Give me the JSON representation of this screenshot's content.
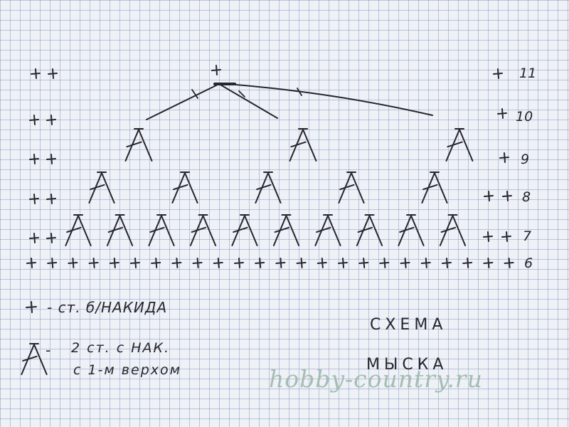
{
  "diagram": {
    "title_line1": "СХЕМА",
    "title_line2": "МЫСКА",
    "rows": [
      {
        "number": "6",
        "left_symbols": "+++",
        "right_symbols": "++"
      },
      {
        "number": "7",
        "left_symbols": "++",
        "right_symbols": "++"
      },
      {
        "number": "8",
        "left_symbols": "++",
        "right_symbols": "++"
      },
      {
        "number": "9",
        "left_symbols": "++",
        "right_symbols": "+"
      },
      {
        "number": "10",
        "left_symbols": "++",
        "right_symbols": "+"
      },
      {
        "number": "11",
        "left_symbols": "++",
        "right_symbols": "+"
      }
    ],
    "row6_stitch_count": 24,
    "row7_cluster_count": 10,
    "row8_cluster_count": 5,
    "row9_cluster_count": 3,
    "top_symbol": "+"
  },
  "legend": {
    "plus_symbol": "+",
    "plus_text": "- ст. б/НАКИДА",
    "cluster_dash": "-",
    "cluster_text_line1": "2 ст. с НАК.",
    "cluster_text_line2": "с 1-м верхом"
  },
  "watermark": {
    "text": "hobby-country.ru"
  },
  "colors": {
    "ink": "#26262e",
    "grid": "#7c8cb9",
    "paper": "#eef1f6",
    "watermark": "#9fb8ac"
  }
}
